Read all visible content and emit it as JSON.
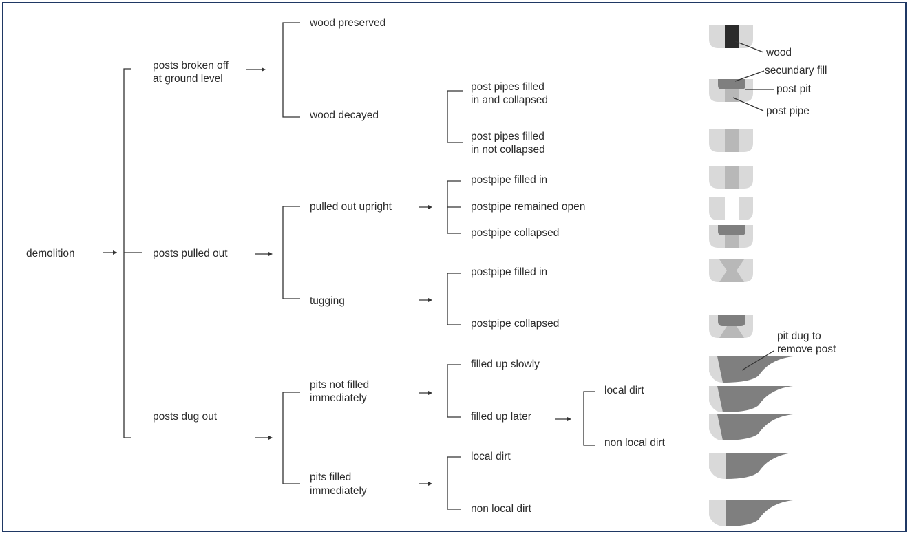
{
  "root": "demolition",
  "level1": {
    "broken_l1": "posts broken off",
    "broken_l2": "at ground level",
    "pulled": "posts pulled out",
    "dug": "posts dug out"
  },
  "broken": {
    "wood_preserved": "wood preserved",
    "wood_decayed": "wood decayed",
    "collapsed_l1": "post pipes filled",
    "collapsed_l2": "in and collapsed",
    "notcollapsed_l1": "post pipes filled",
    "notcollapsed_l2": "in not collapsed"
  },
  "pulled": {
    "upright": "pulled out upright",
    "tugging": "tugging",
    "upright_filled": "postpipe filled in",
    "upright_open": "postpipe remained open",
    "upright_collapsed": "postpipe collapsed",
    "tug_filled": "postpipe filled in",
    "tug_collapsed": "postpipe collapsed"
  },
  "dug": {
    "notfilled_l1": "pits not filled",
    "notfilled_l2": "immediately",
    "filled_l1": "pits filled",
    "filled_l2": "immediately",
    "slowly": "filled up slowly",
    "later": "filled up later",
    "later_local": "local dirt",
    "later_nonlocal": "non local dirt",
    "imm_local": "local dirt",
    "imm_nonlocal": "non local dirt"
  },
  "annotations": {
    "wood": "wood",
    "secondary_fill": "secundary fill",
    "post_pit": "post pit",
    "post_pipe": "post pipe",
    "pit_dug_l1": "pit dug to",
    "pit_dug_l2": "remove post"
  },
  "colors": {
    "light": "#d9d9d9",
    "mid": "#b8b8b8",
    "dark": "#7f7f7f",
    "wood": "#2b2b2b",
    "frame": "#1f3864"
  }
}
